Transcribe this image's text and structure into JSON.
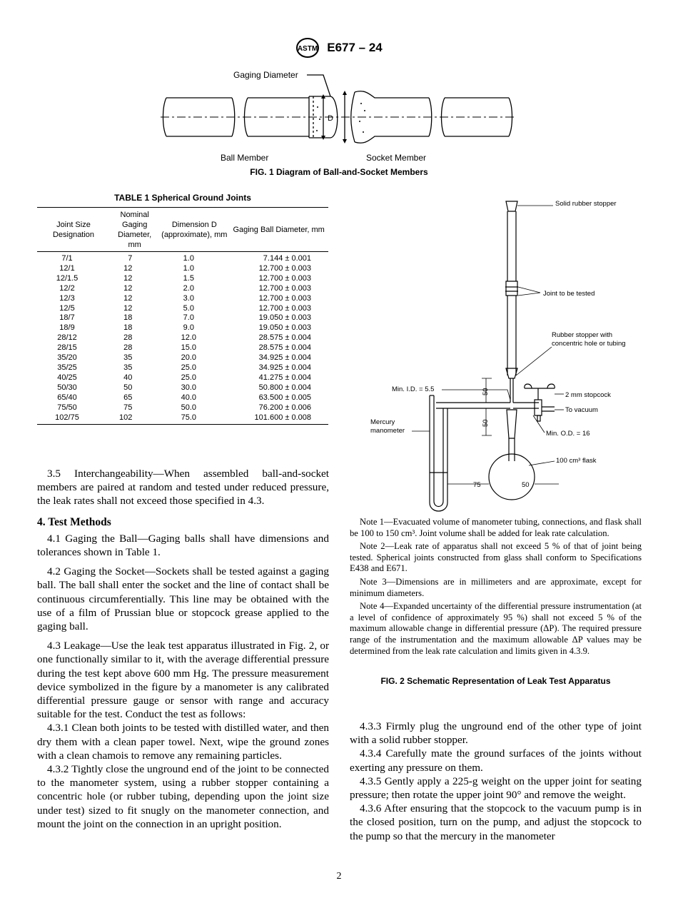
{
  "header": {
    "designation": "E677 – 24"
  },
  "fig1": {
    "labels": {
      "gaging_diameter": "Gaging Diameter",
      "d": "D",
      "ball": "Ball Member",
      "socket": "Socket Member"
    },
    "caption": "FIG. 1 Diagram of Ball-and-Socket Members"
  },
  "table1": {
    "title": "TABLE 1 Spherical Ground Joints",
    "headers": [
      "Joint Size Designation",
      "Nominal Gaging Diameter, mm",
      "Dimension D (approximate), mm",
      "Gaging Ball Diameter, mm"
    ],
    "rows": [
      [
        "7/1",
        "7",
        "1.0",
        "7.144 ± 0.001"
      ],
      [
        "12/1",
        "12",
        "1.0",
        "12.700 ± 0.003"
      ],
      [
        "12/1.5",
        "12",
        "1.5",
        "12.700 ± 0.003"
      ],
      [
        "12/2",
        "12",
        "2.0",
        "12.700 ± 0.003"
      ],
      [
        "12/3",
        "12",
        "3.0",
        "12.700 ± 0.003"
      ],
      [
        "12/5",
        "12",
        "5.0",
        "12.700 ± 0.003"
      ],
      [
        "18/7",
        "18",
        "7.0",
        "19.050 ± 0.003"
      ],
      [
        "18/9",
        "18",
        "9.0",
        "19.050 ± 0.003"
      ],
      [
        "28/12",
        "28",
        "12.0",
        "28.575 ± 0.004"
      ],
      [
        "28/15",
        "28",
        "15.0",
        "28.575 ± 0.004"
      ],
      [
        "35/20",
        "35",
        "20.0",
        "34.925 ± 0.004"
      ],
      [
        "35/25",
        "35",
        "25.0",
        "34.925 ± 0.004"
      ],
      [
        "40/25",
        "40",
        "25.0",
        "41.275 ± 0.004"
      ],
      [
        "50/30",
        "50",
        "30.0",
        "50.800 ± 0.004"
      ],
      [
        "65/40",
        "65",
        "40.0",
        "63.500 ± 0.005"
      ],
      [
        "75/50",
        "75",
        "50.0",
        "76.200 ± 0.006"
      ],
      [
        "102/75",
        "102",
        "75.0",
        "101.600 ± 0.008"
      ]
    ]
  },
  "fig2": {
    "labels": {
      "solid_stopper": "Solid rubber stopper",
      "joint": "Joint to be tested",
      "rubber_stopper": "Rubber stopper with concentric hole or tubing",
      "min_id": "Min. I.D. = 5.5",
      "stopcock": "2 mm stopcock",
      "vacuum": "To vacuum",
      "mercury": "Mercury manometer",
      "min_od": "Min. O.D. = 16",
      "flask": "100 cm³ flask",
      "d50a": "50",
      "d50b": "50",
      "d75": "75",
      "d50c": "50"
    },
    "caption": "FIG. 2 Schematic Representation of Leak Test Apparatus",
    "notes": [
      "Note 1—Evacuated volume of manometer tubing, connections, and flask shall be 100 to 150 cm³. Joint volume shall be added for leak rate calculation.",
      "Note 2—Leak rate of apparatus shall not exceed 5 % of that of joint being tested. Spherical joints constructed from glass shall conform to Specifications E438 and E671.",
      "Note 3—Dimensions are in millimeters and are approximate, except for minimum diameters.",
      "Note 4—Expanded uncertainty of the differential pressure instrumentation (at a level of confidence of approximately 95 %) shall not exceed 5 % of the maximum allowable change in differential pressure (ΔP). The required pressure range of the instrumentation and the maximum allowable ΔP values may be determined from the leak rate calculation and limits given in 4.3.9."
    ]
  },
  "left_text": {
    "p35": "3.5 Interchangeability—When assembled ball-and-socket members are paired at random and tested under reduced pressure, the leak rates shall not exceed those specified in 4.3.",
    "h4": "4. Test Methods",
    "p41": "4.1 Gaging the Ball—Gaging balls shall have dimensions and tolerances shown in Table 1.",
    "p42": "4.2 Gaging the Socket—Sockets shall be tested against a gaging ball. The ball shall enter the socket and the line of contact shall be continuous circumferentially. This line may be obtained with the use of a film of Prussian blue or stopcock grease applied to the gaging ball.",
    "p43": "4.3 Leakage—Use the leak test apparatus illustrated in Fig. 2, or one functionally similar to it, with the average differential pressure during the test kept above 600 mm Hg. The pressure measurement device symbolized in the figure by a manometer is any calibrated differential pressure gauge or sensor with range and accuracy suitable for the test. Conduct the test as follows:",
    "p431": "4.3.1 Clean both joints to be tested with distilled water, and then dry them with a clean paper towel. Next, wipe the ground zones with a clean chamois to remove any remaining particles.",
    "p432": "4.3.2 Tightly close the unground end of the joint to be connected to the manometer system, using a rubber stopper containing a concentric hole (or rubber tubing, depending upon the joint size under test) sized to fit snugly on the manometer connection, and mount the joint on the connection in an upright position."
  },
  "right_text": {
    "p433": "4.3.3 Firmly plug the unground end of the other type of joint with a solid rubber stopper.",
    "p434": "4.3.4 Carefully mate the ground surfaces of the joints without exerting any pressure on them.",
    "p435": "4.3.5 Gently apply a 225-g weight on the upper joint for seating pressure; then rotate the upper joint 90° and remove the weight.",
    "p436": "4.3.6 After ensuring that the stopcock to the vacuum pump is in the closed position, turn on the pump, and adjust the stopcock to the pump so that the mercury in the manometer"
  },
  "page_number": "2"
}
